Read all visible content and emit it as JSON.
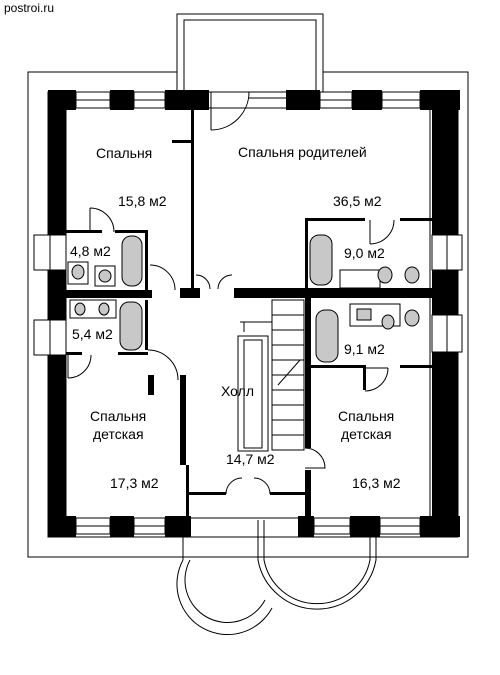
{
  "header": {
    "site": "postroi.ru"
  },
  "rooms": {
    "bedroom_nw": {
      "name": "Спальня",
      "area": "15,8 м2"
    },
    "master_bedroom": {
      "name": "Спальня родителей",
      "area": "36,5 м2"
    },
    "bath_w1": {
      "area": "4,8 м2"
    },
    "bath_w2": {
      "area": "5,4 м2"
    },
    "bath_e1": {
      "area": "9,0 м2"
    },
    "bath_e2": {
      "area": "9,1 м2"
    },
    "hall": {
      "name": "Холл",
      "area": "14,7 м2"
    },
    "kids_sw": {
      "name_line1": "Спальня",
      "name_line2": "детская",
      "area": "17,3 м2"
    },
    "kids_se": {
      "name_line1": "Спальня",
      "name_line2": "детская",
      "area": "16,3 м2"
    }
  },
  "colors": {
    "wall": "#000000",
    "fixture": "#c8c8c8",
    "line": "#000000",
    "background": "#ffffff"
  }
}
